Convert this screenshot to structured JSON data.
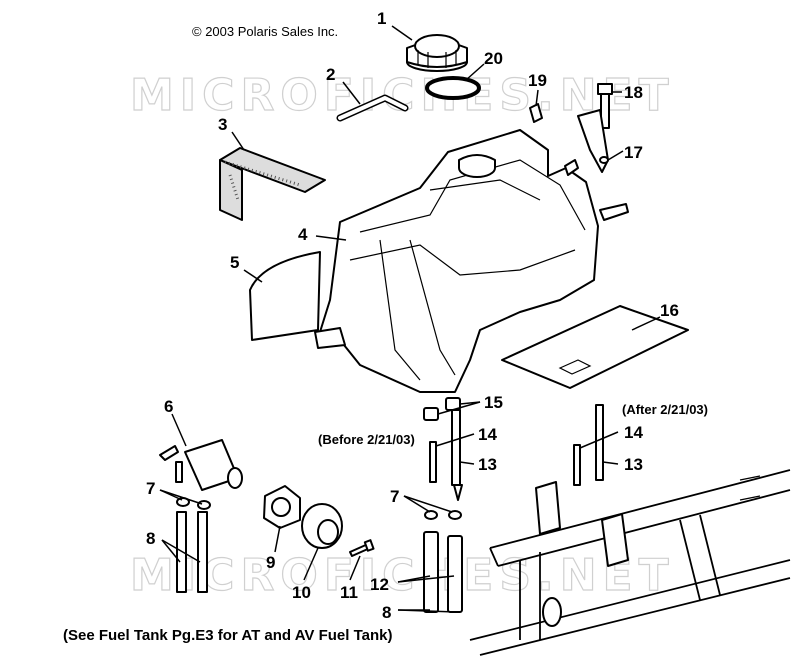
{
  "copyright": "© 2003 Polaris Sales Inc.",
  "watermark": "MICROFICHES.NET",
  "notes": {
    "before": "(Before 2/21/03)",
    "after": "(After 2/21/03)"
  },
  "footer": "(See Fuel Tank Pg.E3 for AT and AV Fuel Tank)",
  "callouts": {
    "c1": "1",
    "c2": "2",
    "c3": "3",
    "c4": "4",
    "c5": "5",
    "c6": "6",
    "c7a": "7",
    "c7b": "7",
    "c8a": "8",
    "c8b": "8",
    "c9": "9",
    "c10": "10",
    "c11": "11",
    "c12": "12",
    "c13a": "13",
    "c13b": "13",
    "c14a": "14",
    "c14b": "14",
    "c15": "15",
    "c16": "16",
    "c17": "17",
    "c18": "18",
    "c19": "19",
    "c20": "20"
  }
}
